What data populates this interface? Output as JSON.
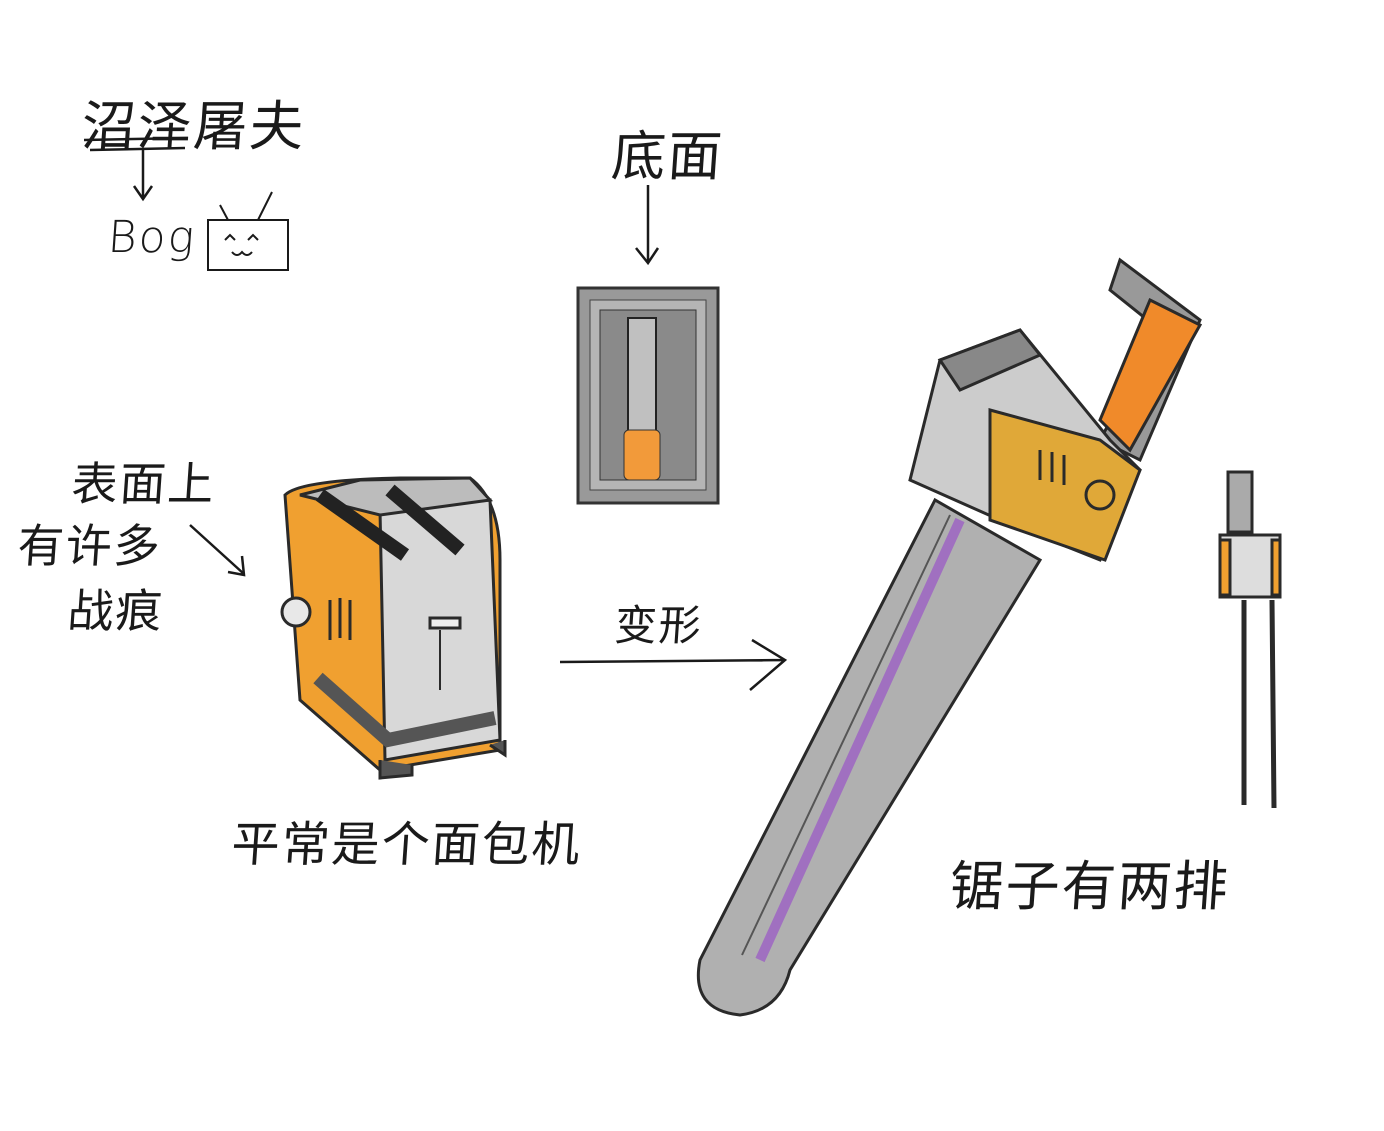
{
  "title_note": "沼泽屠夫",
  "name_note": "Bog",
  "bottom_view_note": "底面",
  "surface_note_line1": "表面上",
  "surface_note_line2": "有许多",
  "surface_note_line3": "战痕",
  "toaster_note": "平常是个面包机",
  "transform_note": "变形",
  "saw_note": "锯子有两排",
  "colors": {
    "orange": "#f0a030",
    "steel": "#9a9a9a",
    "dark": "#3a3a3a",
    "purple": "#a070c0",
    "ink": "#1a1a1a"
  }
}
